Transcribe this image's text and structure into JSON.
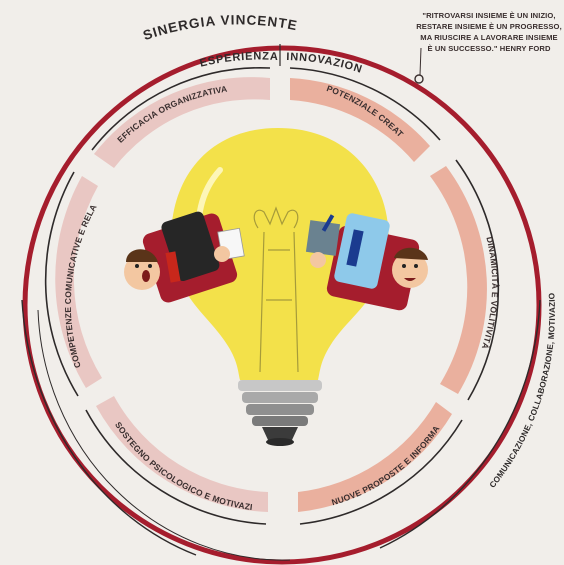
{
  "title": "SINERGIA VINCENTE",
  "headers": {
    "left": "ESPERIENZA",
    "right": "INNOVAZIONE"
  },
  "quote": [
    "\"RITROVARSI INSIEME È UN INIZIO,",
    "RESTARE INSIEME È UN PROGRESSO,",
    "MA RIUSCIRE A LAVORARE INSIEME",
    "È UN SUCCESSO.\" HENRY FORD"
  ],
  "segments": {
    "top_left": "EFFICACIA ORGANIZZATIVA",
    "top_right": "POTENZIALE CREATIVO",
    "left": "COMPETENZE COMUNICATIVE E RELAZIONALI",
    "right": "DINAMICITÀ E VOLITIVITÀ",
    "bottom_left": "SOSTEGNO PSICOLOGICO E MOTIVAZIONALE",
    "bottom_right": "NUOVE PROPOSTE E INFORMAZIONI"
  },
  "outer_text": "COMUNICAZIONE, COLLABORAZIONE, MOTIVAZIONE E FIDUCIA",
  "colors": {
    "dark_red": "#a51d2d",
    "peach": "#eab09e",
    "pink": "#e9c7c3",
    "bulb_yellow": "#f3e14a",
    "socket_gray": "#8f8f8f"
  },
  "illustration": {
    "left_person": "businessman-icon",
    "right_person": "businessman-icon",
    "center": "lightbulb-icon"
  }
}
